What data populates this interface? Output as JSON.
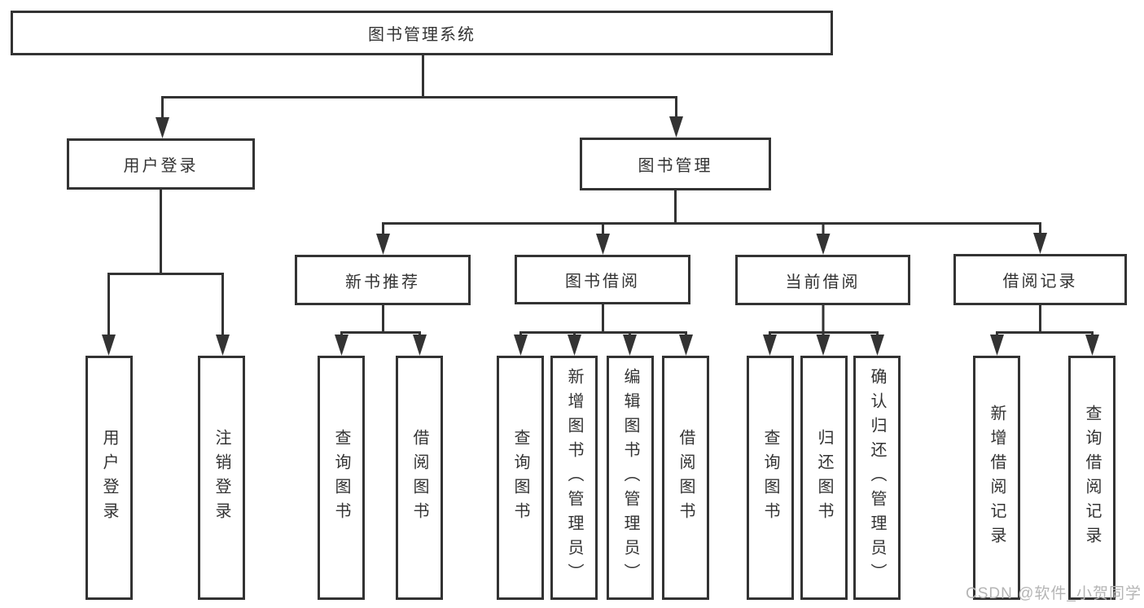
{
  "tree": {
    "root": "图书管理系统",
    "level2": [
      "用户登录",
      "图书管理"
    ],
    "level3": [
      "新书推荐",
      "图书借阅",
      "当前借阅",
      "借阅记录"
    ],
    "leaves_user_login": [
      "用户登录",
      "注销登录"
    ],
    "leaves_new_book": [
      "查询图书",
      "借阅图书"
    ],
    "leaves_book_borrow": [
      "查询图书",
      "新增图书（管理员）",
      "编辑图书（管理员）",
      "借阅图书"
    ],
    "leaves_current": [
      "查询图书",
      "归还图书",
      "确认归还（管理员）"
    ],
    "leaves_record": [
      "新增借阅记录",
      "查询借阅记录"
    ]
  },
  "watermark": "CSDN @软件_小贺同学",
  "colors": {
    "line": "#333333",
    "text": "#333333",
    "background": "#ffffff",
    "watermark": "#b5b5b5"
  }
}
